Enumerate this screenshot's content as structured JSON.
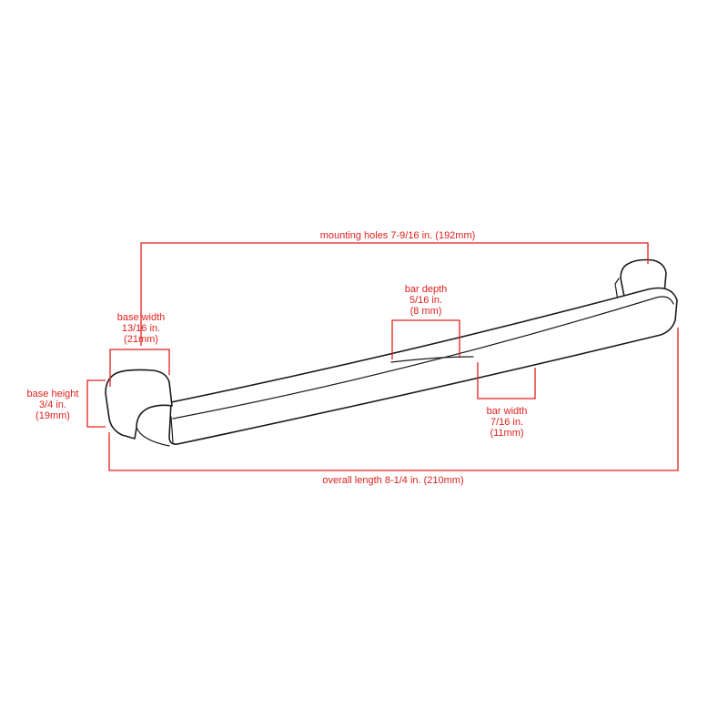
{
  "colors": {
    "dimension": "#e0201c",
    "outline": "#1a1a1a",
    "background": "#ffffff"
  },
  "dimensions": {
    "mounting_holes": {
      "text": "mounting holes 7-9/16 in. (192mm)"
    },
    "bar_depth": {
      "title": "bar depth",
      "inches": "5/16 in.",
      "mm": "(8 mm)"
    },
    "base_width": {
      "title": "base width",
      "inches": "13/16 in.",
      "mm": "(21mm)"
    },
    "base_height": {
      "title": "base height",
      "inches": "3/4 in.",
      "mm": "(19mm)"
    },
    "bar_width": {
      "title": "bar width",
      "inches": "7/16 in.",
      "mm": "(11mm)"
    },
    "overall_length": {
      "text": "overall length 8-1/4 in. (210mm)"
    }
  }
}
